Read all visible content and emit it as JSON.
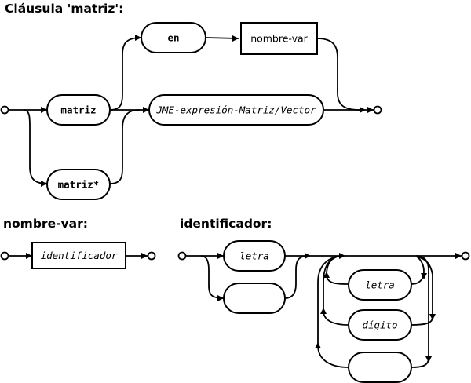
{
  "sections": {
    "clause_title": "Cláusula 'matriz':",
    "nombre_var_title": "nombre-var:",
    "identificador_title": "identificador:"
  },
  "clause": {
    "matriz": "matriz",
    "matriz_star": "matriz*",
    "en": "en",
    "nombre_var": "nombre-var",
    "expression": "JME-expresión-Matriz/Vector"
  },
  "nombre_var_rule": {
    "identificador": "identificador"
  },
  "identificador_rule": {
    "letra_first": "letra",
    "underscore_first": "_",
    "letra_loop": "letra",
    "digito_loop": "dígito",
    "underscore_loop": "_"
  }
}
